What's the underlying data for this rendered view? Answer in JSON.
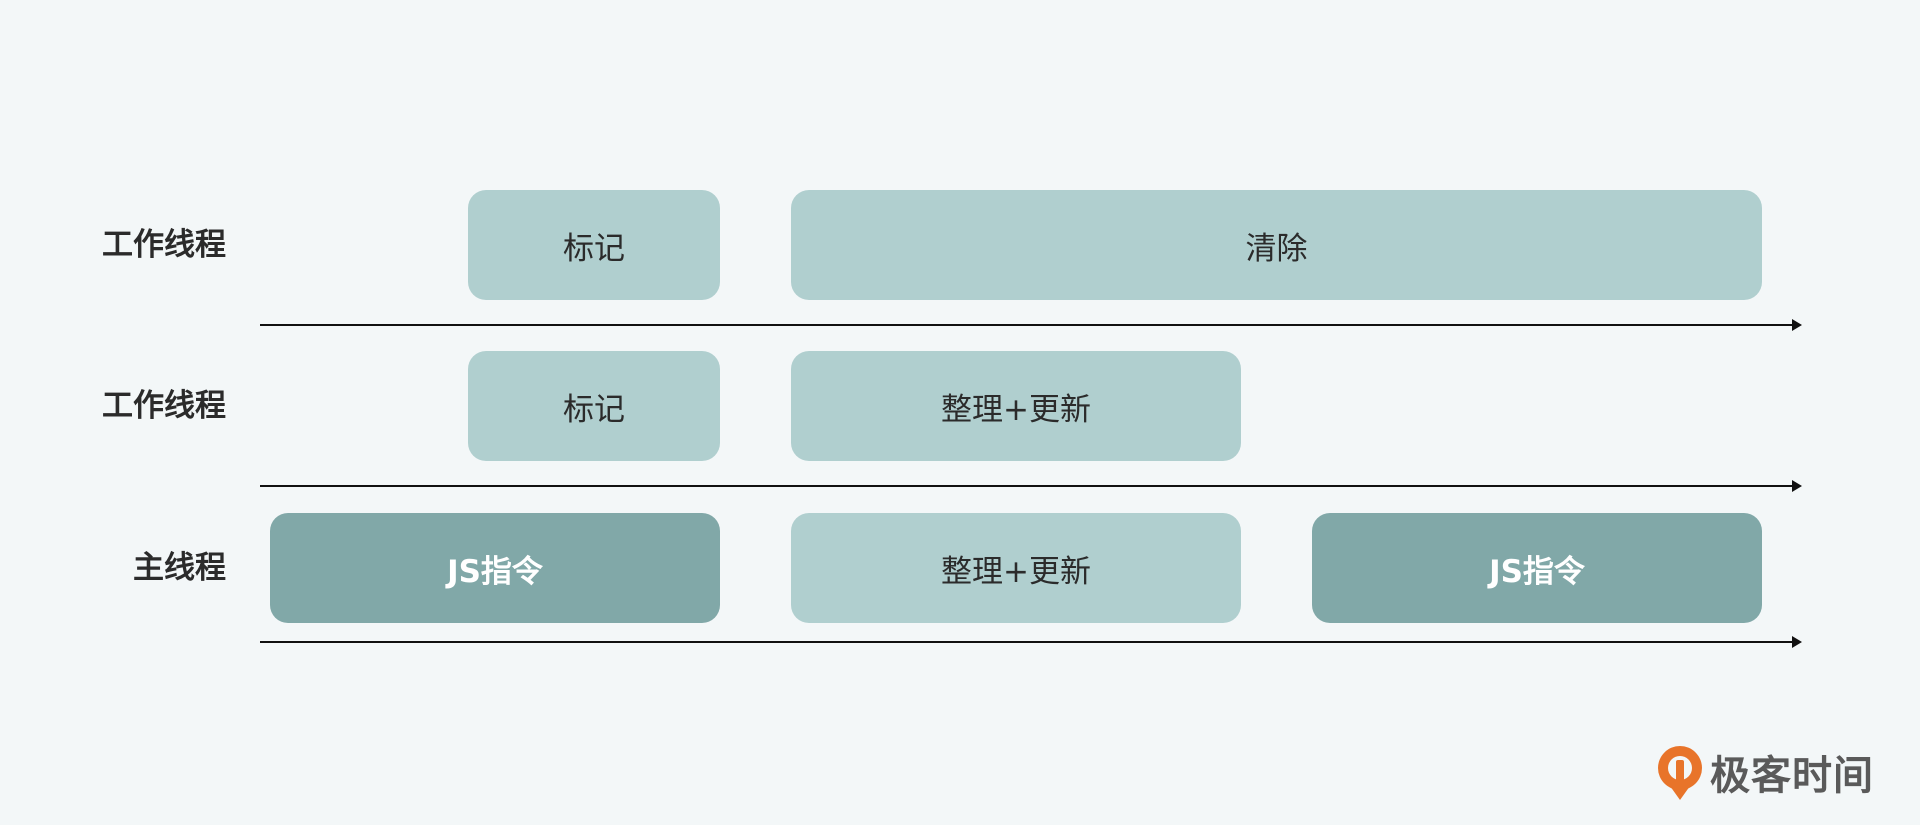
{
  "rows": [
    {
      "label": "工作线程",
      "blocks": [
        {
          "label": "标记"
        },
        {
          "label": "清除"
        }
      ]
    },
    {
      "label": "工作线程",
      "blocks": [
        {
          "label": "标记"
        },
        {
          "label": "整理+更新"
        }
      ]
    },
    {
      "label": "主线程",
      "blocks": [
        {
          "label": "JS指令"
        },
        {
          "label": "整理+更新"
        },
        {
          "label": "JS指令"
        }
      ]
    }
  ],
  "logo": {
    "text": "极客时间"
  },
  "colors": {
    "background": "#f3f7f8",
    "block_light": "#b0cfcf",
    "block_dark": "#81a8a8",
    "logo_orange": "#e8742a"
  }
}
